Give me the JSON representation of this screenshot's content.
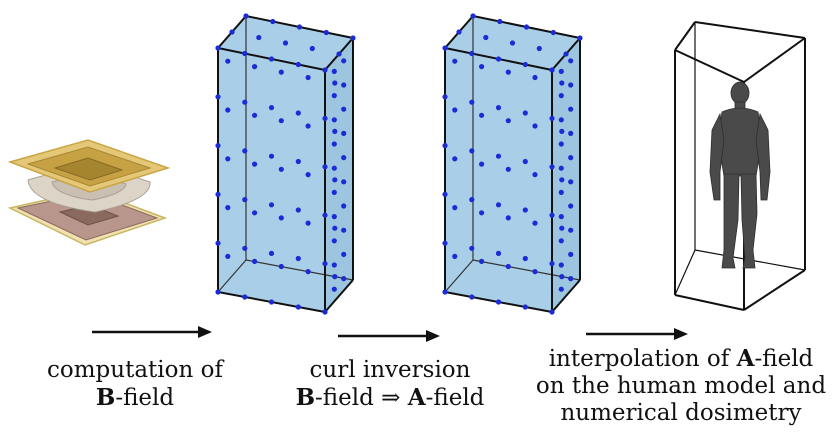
{
  "steps": [
    {
      "icon": "coil-icon",
      "caption_lines": [
        {
          "parts": [
            {
              "t": "computation of",
              "bold": false
            }
          ]
        },
        {
          "parts": [
            {
              "t": "B",
              "bold": true
            },
            {
              "t": "-field",
              "bold": false
            }
          ]
        }
      ]
    },
    {
      "icon": "dotted-box-icon",
      "caption_lines": [
        {
          "parts": [
            {
              "t": "curl inversion",
              "bold": false
            }
          ]
        },
        {
          "parts": [
            {
              "t": "B",
              "bold": true
            },
            {
              "t": "-field ⇒ ",
              "bold": false
            },
            {
              "t": "A",
              "bold": true
            },
            {
              "t": "-field",
              "bold": false
            }
          ]
        }
      ]
    },
    {
      "icon": "human-model-icon",
      "caption_lines": [
        {
          "parts": [
            {
              "t": "interpolation of ",
              "bold": false
            },
            {
              "t": "A",
              "bold": true
            },
            {
              "t": "-field",
              "bold": false
            }
          ]
        },
        {
          "parts": [
            {
              "t": "on the human model and",
              "bold": false
            }
          ]
        },
        {
          "parts": [
            {
              "t": "numerical dosimetry",
              "bold": false
            }
          ]
        }
      ]
    }
  ],
  "colors": {
    "box_fill": "#a9cfe8",
    "box_edge": "#111111",
    "dot": "#1c2bd6",
    "body": "#4a4a4a",
    "coil_gold": "#c8a84a",
    "coil_brown": "#8a6a5e"
  }
}
